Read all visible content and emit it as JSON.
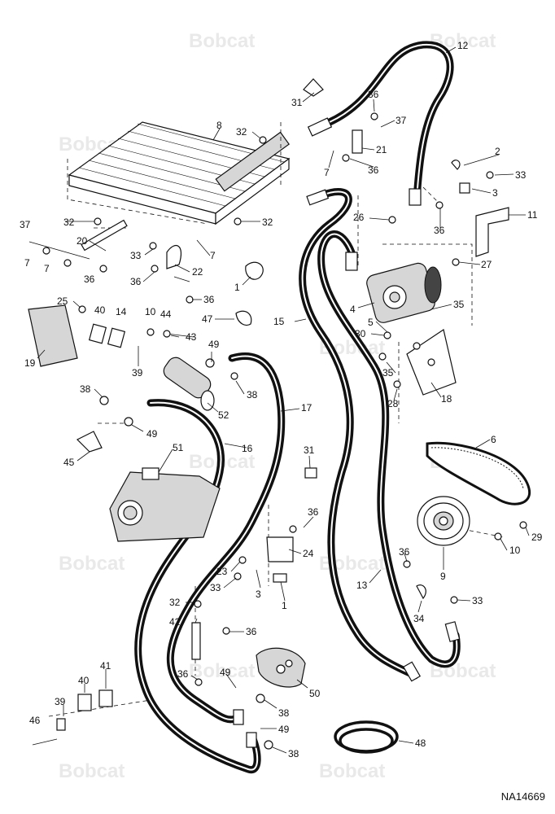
{
  "watermark": {
    "brand": "Bobcat",
    "color": "#e9e9e9"
  },
  "figure_id": "NA14669",
  "callouts": [
    {
      "id": "c12",
      "text": "12"
    },
    {
      "id": "c31a",
      "text": "31"
    },
    {
      "id": "c36a",
      "text": "36"
    },
    {
      "id": "c37a",
      "text": "37"
    },
    {
      "id": "c8",
      "text": "8"
    },
    {
      "id": "c32a",
      "text": "32"
    },
    {
      "id": "c21",
      "text": "21"
    },
    {
      "id": "c7a",
      "text": "7"
    },
    {
      "id": "c36b",
      "text": "36"
    },
    {
      "id": "c2",
      "text": "2"
    },
    {
      "id": "c33a",
      "text": "33"
    },
    {
      "id": "c3a",
      "text": "3"
    },
    {
      "id": "c26",
      "text": "26"
    },
    {
      "id": "c36c",
      "text": "36"
    },
    {
      "id": "c11",
      "text": "11"
    },
    {
      "id": "c37b",
      "text": "37"
    },
    {
      "id": "c32b",
      "text": "32"
    },
    {
      "id": "c32c",
      "text": "32"
    },
    {
      "id": "c20",
      "text": "20"
    },
    {
      "id": "c33b",
      "text": "33"
    },
    {
      "id": "c7b",
      "text": "7"
    },
    {
      "id": "c7c",
      "text": "7"
    },
    {
      "id": "c7d",
      "text": "7"
    },
    {
      "id": "c22",
      "text": "22"
    },
    {
      "id": "c27",
      "text": "27"
    },
    {
      "id": "c36d",
      "text": "36"
    },
    {
      "id": "c36e",
      "text": "36"
    },
    {
      "id": "c1a",
      "text": "1"
    },
    {
      "id": "c36f",
      "text": "36"
    },
    {
      "id": "c4",
      "text": "4"
    },
    {
      "id": "c35a",
      "text": "35"
    },
    {
      "id": "c25",
      "text": "25"
    },
    {
      "id": "c40a",
      "text": "40"
    },
    {
      "id": "c14",
      "text": "14"
    },
    {
      "id": "c10a",
      "text": "10"
    },
    {
      "id": "c44",
      "text": "44"
    },
    {
      "id": "c47",
      "text": "47"
    },
    {
      "id": "c15",
      "text": "15"
    },
    {
      "id": "c5",
      "text": "5"
    },
    {
      "id": "c30",
      "text": "30"
    },
    {
      "id": "c43",
      "text": "43"
    },
    {
      "id": "c19",
      "text": "19"
    },
    {
      "id": "c39a",
      "text": "39"
    },
    {
      "id": "c49a",
      "text": "49"
    },
    {
      "id": "c35b",
      "text": "35"
    },
    {
      "id": "c38a",
      "text": "38"
    },
    {
      "id": "c28",
      "text": "28"
    },
    {
      "id": "c18",
      "text": "18"
    },
    {
      "id": "c38b",
      "text": "38"
    },
    {
      "id": "c52",
      "text": "52"
    },
    {
      "id": "c17",
      "text": "17"
    },
    {
      "id": "c49b",
      "text": "49"
    },
    {
      "id": "c6",
      "text": "6"
    },
    {
      "id": "c45",
      "text": "45"
    },
    {
      "id": "c51",
      "text": "51"
    },
    {
      "id": "c16",
      "text": "16"
    },
    {
      "id": "c31b",
      "text": "31"
    },
    {
      "id": "c36g",
      "text": "36"
    },
    {
      "id": "c29",
      "text": "29"
    },
    {
      "id": "c24",
      "text": "24"
    },
    {
      "id": "c10b",
      "text": "10"
    },
    {
      "id": "c23",
      "text": "23"
    },
    {
      "id": "c36h",
      "text": "36"
    },
    {
      "id": "c9",
      "text": "9"
    },
    {
      "id": "c33c",
      "text": "33"
    },
    {
      "id": "c3b",
      "text": "3"
    },
    {
      "id": "c13",
      "text": "13"
    },
    {
      "id": "c1b",
      "text": "1"
    },
    {
      "id": "c33d",
      "text": "33"
    },
    {
      "id": "c32d",
      "text": "32"
    },
    {
      "id": "c34",
      "text": "34"
    },
    {
      "id": "c42",
      "text": "42"
    },
    {
      "id": "c36i",
      "text": "36"
    },
    {
      "id": "c41",
      "text": "41"
    },
    {
      "id": "c40b",
      "text": "40"
    },
    {
      "id": "c49c",
      "text": "49"
    },
    {
      "id": "c36j",
      "text": "36"
    },
    {
      "id": "c50",
      "text": "50"
    },
    {
      "id": "c39b",
      "text": "39"
    },
    {
      "id": "c38c",
      "text": "38"
    },
    {
      "id": "c46",
      "text": "46"
    },
    {
      "id": "c49d",
      "text": "49"
    },
    {
      "id": "c48",
      "text": "48"
    },
    {
      "id": "c38d",
      "text": "38"
    }
  ]
}
